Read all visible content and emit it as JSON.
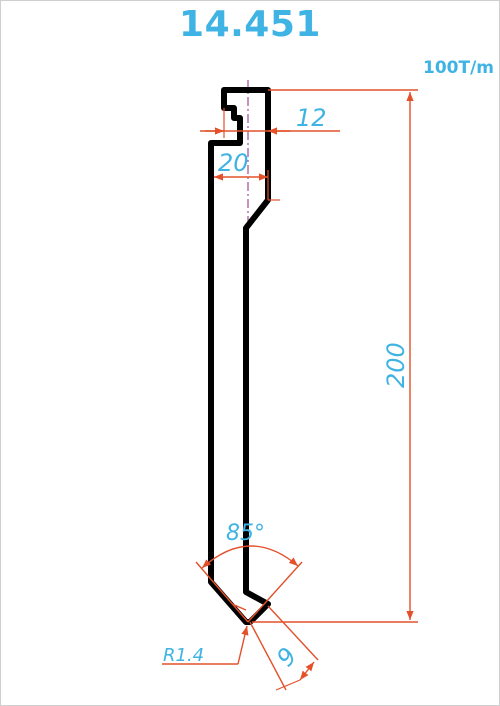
{
  "drawing": {
    "part_number": "14.451",
    "tonnage": "100T/m",
    "dimensions": {
      "tang_width": "12",
      "shoulder_width": "20",
      "height": "200",
      "angle": "85°",
      "radius": "R1.4",
      "tip_width": "9"
    }
  },
  "colors": {
    "outline": "#000000",
    "dimension_line": "#e4502a",
    "dimension_text": "#3fb3e3",
    "center_line": "#a04a9a"
  }
}
